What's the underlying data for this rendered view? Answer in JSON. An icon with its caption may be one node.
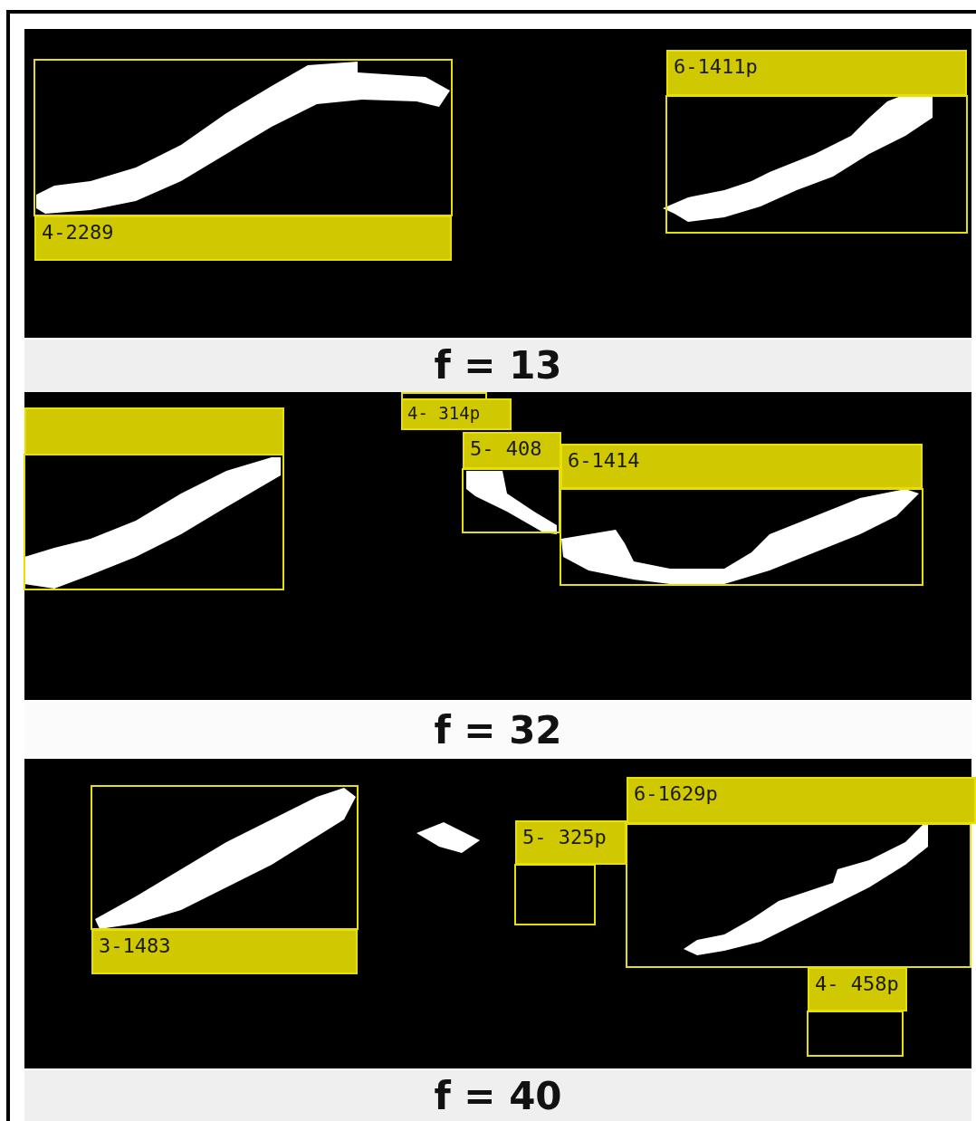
{
  "diagram": {
    "labels": [
      "6-1411p",
      "4-2289",
      "f = 13",
      "4- 314p",
      "5- 408",
      "6-1414",
      "f = 32",
      "6-1629p",
      "5- 325p",
      "3-1483",
      "4- 458p",
      "f = 40"
    ]
  }
}
